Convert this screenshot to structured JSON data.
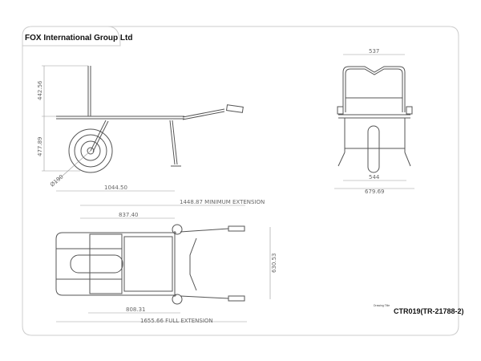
{
  "company": "FOX International  Group Ltd",
  "drawing_title_label": "Drawing Title",
  "drawing_title": "CTR019(TR-21788-2)",
  "side_view": {
    "backrest_height": "442.56",
    "seat_height": "477.89",
    "wheel_diameter": "Ø190"
  },
  "front_view": {
    "top_width": "537",
    "leg_width": "544",
    "overall_width": "679.69"
  },
  "top_view": {
    "length_to_wheel": "1044.50",
    "min_extension": "1448.87 MINIMUM EXTENSION",
    "seat_length": "837.40",
    "width": "630.53",
    "wheel_offset": "808.31",
    "full_extension": "1655.66   FULL EXTENSION"
  }
}
